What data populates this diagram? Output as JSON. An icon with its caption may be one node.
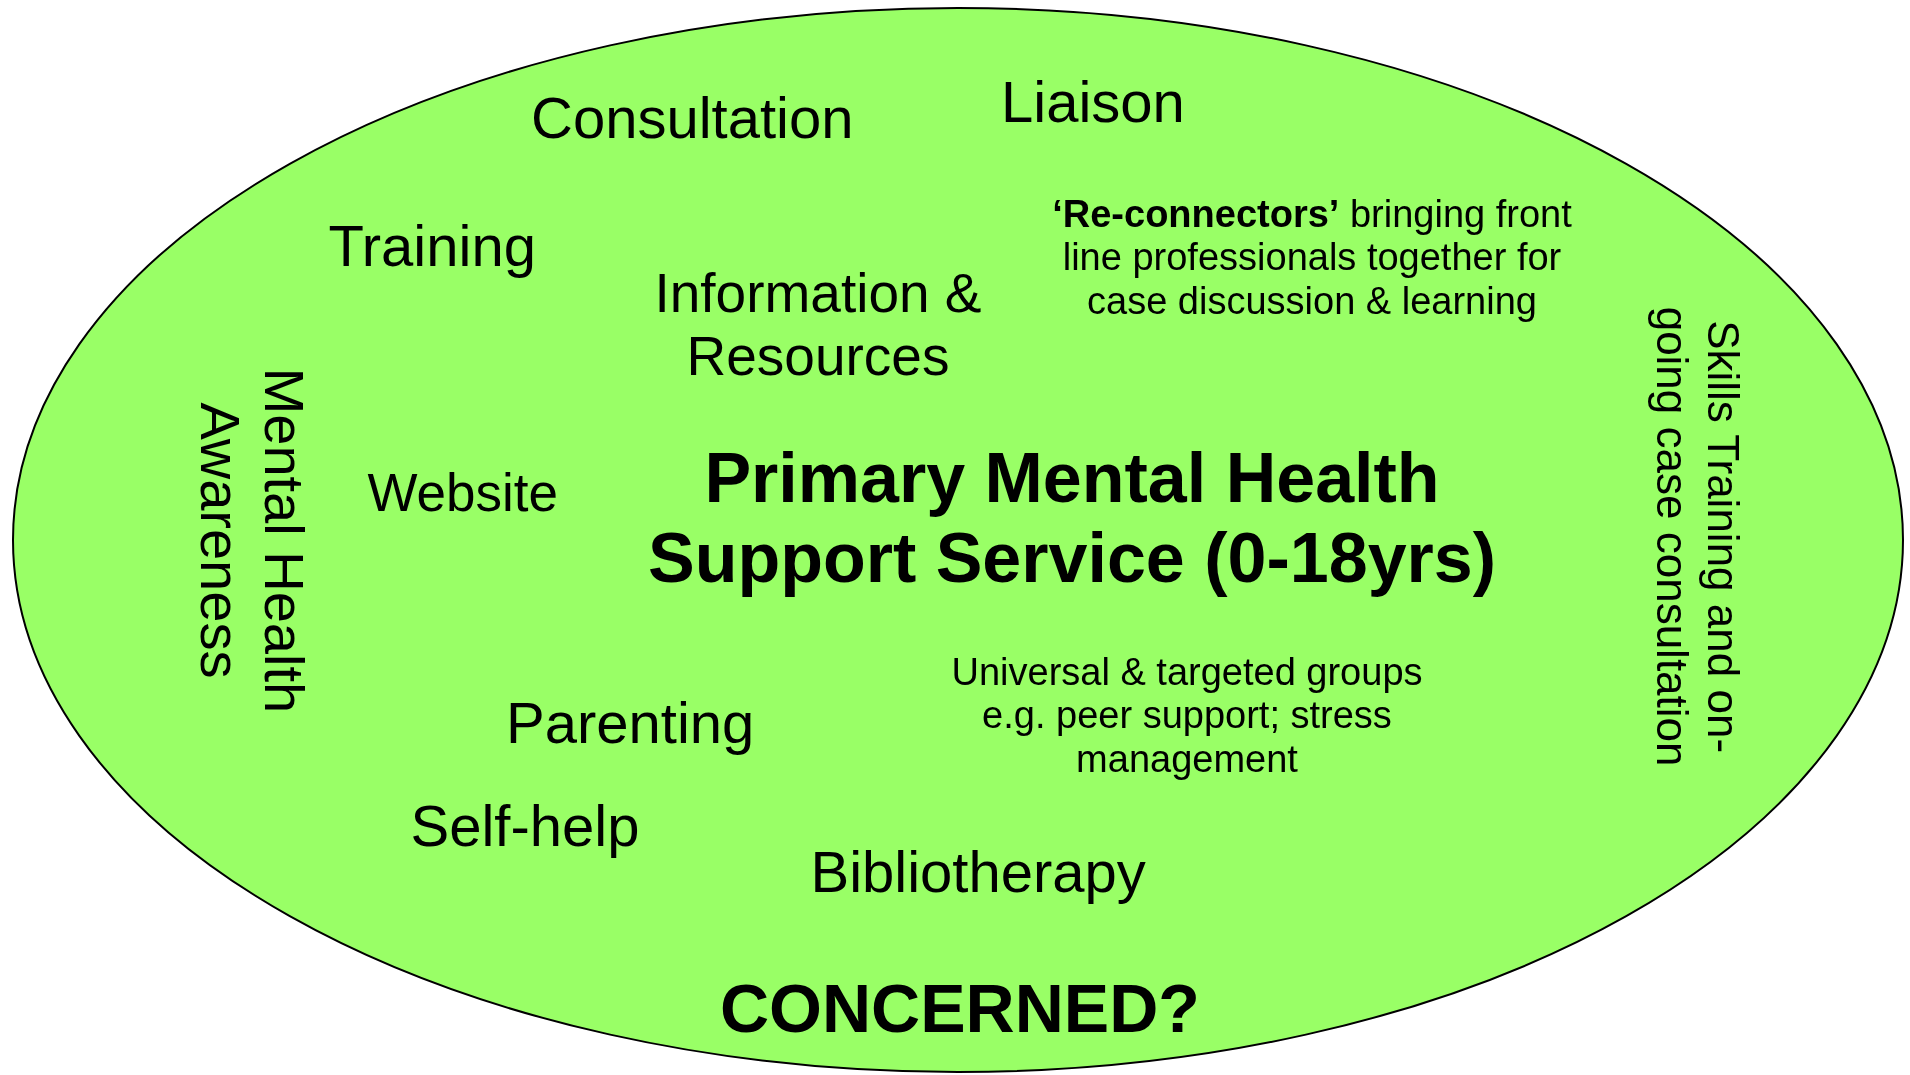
{
  "diagram": {
    "nodes": [
      {
        "text": [
          "Consultation",
          "Liaison",
          "Training",
          "Information & Resources",
          "**‘Re-connectors’** bringing front line professionals together for case discussion & learning",
          "Mental Health Awareness",
          "Website",
          "Primary Mental Health Support Service (0-18yrs)",
          "Skills Training and on-going case consultation",
          "Parenting",
          "Universal & targeted groups e.g. peer support; stress management",
          "Self-help",
          "Bibliotherapy",
          "CONCERNED?"
        ]
      }
    ]
  }
}
